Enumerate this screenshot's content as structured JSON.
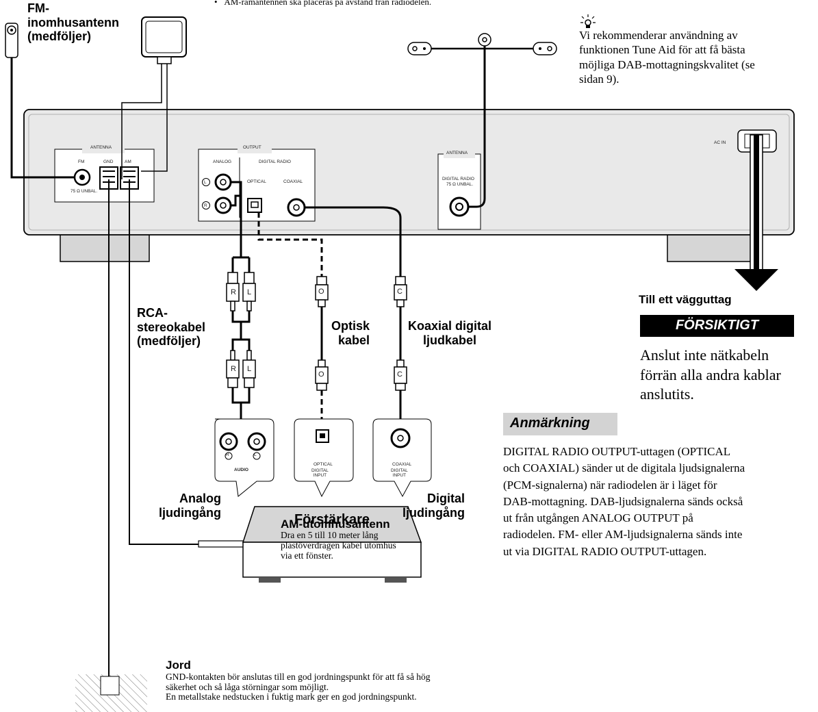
{
  "top_note": "AM-ramantennen ska placeras på avstånd från radiodelen.",
  "labels": {
    "fm_antenna": "FM-\ninomhusantenn\n(medföljer)",
    "rca_cable": "RCA-\nstereokabel\n(medföljer)",
    "optical_cable": "Optisk\nkabel",
    "coaxial_cable": "Koaxial digital\nljudkabel",
    "analog_input": "Analog\nljudingång",
    "digital_input": "Digital\nljudingång",
    "amplifier": "Förstärkare",
    "am_outdoor_title": "AM-utomhusantenn",
    "am_outdoor_text": "Dra en 5 till 10 meter lång\nplastöverdragen kabel utomhus\nvia ett fönster.",
    "ground_title": "Jord",
    "ground_text": "GND-kontakten bör anslutas till en god jordningspunkt för att få så hög\nsäkerhet och så låga störningar som möjligt.\nEn metallstake nedstucken i fuktig mark ger en god jordningspunkt.",
    "wall_outlet": "Till ett vägguttag"
  },
  "tip": {
    "text": "Vi rekommenderar användning av\nfunktionen Tune Aid för att få bästa\nmöjliga DAB-mottagningskvalitet (se\nsidan 9)."
  },
  "caution": {
    "title": "FÖRSIKTIGT",
    "text": "Anslut inte nätkabeln\nförrän alla andra kablar\nanslutits."
  },
  "note": {
    "title": "Anmärkning",
    "text": "DIGITAL RADIO OUTPUT-uttagen (OPTICAL\noch COAXIAL) sänder ut de digitala ljudsignalerna\n(PCM-signalerna) när radiodelen är i läget för\nDAB-mottagning. DAB-ljudsignalerna sänds också\nut från utgången ANALOG OUTPUT på\nradiodelen. FM- eller AM-ljudsignalerna sänds inte\nut via DIGITAL RADIO OUTPUT-uttagen."
  },
  "panel": {
    "antenna": "ANTENNA",
    "fm": "FM",
    "fm_imp": "75 Ω UNBAL.",
    "gnd": "GND",
    "am": "AM",
    "output": "OUTPUT",
    "analog": "ANALOG",
    "digital_radio": "DIGITAL RADIO",
    "optical": "OPTICAL",
    "coaxial": "COAXIAL",
    "dab_antenna": "ANTENNA",
    "dab_digital_radio": "DIGITAL RADIO",
    "dab_imp": "75 Ω UNBAL.",
    "ac_in": "AC IN",
    "left": "L",
    "right": "R"
  },
  "plugs": {
    "rca_r": "R",
    "rca_l": "L",
    "optical": "O",
    "coaxial": "C"
  },
  "amp_panels": {
    "audio": "AUDIO",
    "optical": "OPTICAL",
    "digital_input": "DIGITAL\nINPUT",
    "coaxial": "COAXIAL"
  }
}
